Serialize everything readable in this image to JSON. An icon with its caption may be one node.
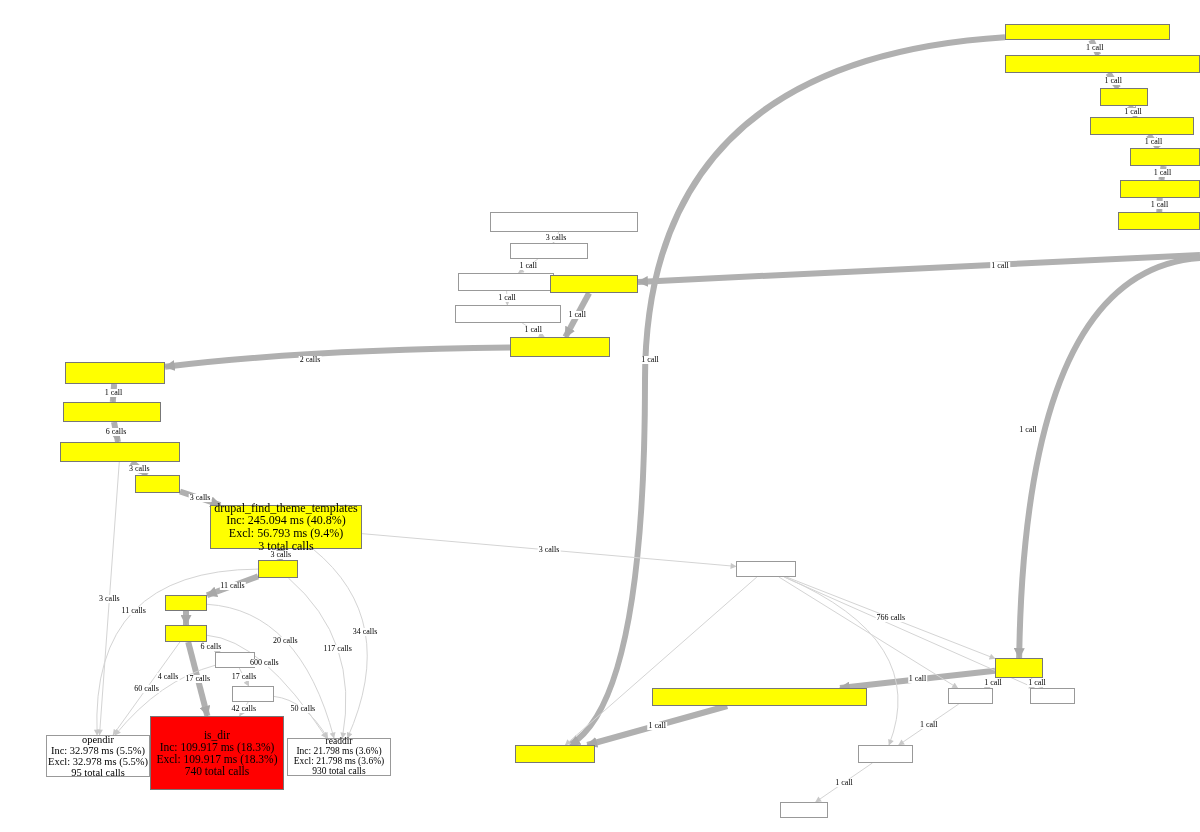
{
  "diagram": {
    "nodes": [
      {
        "text": [
          "drupal_find_theme_templates",
          "Inc: 245.094 ms (40.8%)",
          "Excl: 56.793 ms (9.4%)",
          "3 total calls"
        ]
      },
      {
        "text": [
          "is_dir",
          "Inc: 109.917 ms (18.3%)",
          "Excl: 109.917 ms (18.3%)",
          "740 total calls"
        ]
      },
      {
        "text": [
          "opendir",
          "Inc: 32.978 ms (5.5%)",
          "Excl: 32.978 ms (5.5%)",
          "95 total calls"
        ]
      },
      {
        "text": [
          "readdir",
          "Inc: 21.798 ms (3.6%)",
          "Excl: 21.798 ms (3.6%)",
          "930 total calls"
        ]
      },
      {
        "text": [],
        "shape": "box"
      },
      {
        "text": [],
        "shape": "box"
      },
      {
        "text": [],
        "shape": "box"
      },
      {
        "text": [],
        "shape": "box"
      },
      {
        "text": [],
        "shape": "box"
      },
      {
        "text": [],
        "shape": "box"
      },
      {
        "text": [],
        "shape": "box"
      },
      {
        "text": [],
        "shape": "box"
      },
      {
        "text": [],
        "shape": "box"
      },
      {
        "text": [],
        "shape": "box"
      },
      {
        "text": [],
        "shape": "box"
      },
      {
        "text": [],
        "shape": "box"
      },
      {
        "text": [],
        "shape": "box"
      },
      {
        "text": [],
        "shape": "box"
      },
      {
        "text": [],
        "shape": "box"
      },
      {
        "text": [],
        "shape": "box"
      },
      {
        "text": [],
        "shape": "box"
      },
      {
        "text": [],
        "shape": "box"
      },
      {
        "text": [],
        "shape": "box"
      },
      {
        "text": [],
        "shape": "box"
      },
      {
        "text": [],
        "shape": "box"
      },
      {
        "text": [],
        "shape": "box"
      },
      {
        "text": [],
        "shape": "box"
      },
      {
        "text": [],
        "shape": "box"
      },
      {
        "text": [],
        "shape": "box"
      },
      {
        "text": [],
        "shape": "box"
      },
      {
        "text": [],
        "shape": "box"
      },
      {
        "text": [],
        "shape": "box"
      },
      {
        "text": [],
        "shape": "box"
      },
      {
        "text": [],
        "shape": "box"
      }
    ],
    "edges": [
      {
        "from": 4,
        "to": 5,
        "arrow": "to",
        "style": "thick",
        "label": "1 call"
      },
      {
        "from": 5,
        "to": 6,
        "arrow": "to",
        "style": "thick",
        "label": "6 calls"
      },
      {
        "from": 6,
        "to": 7,
        "arrow": "to",
        "style": "thick",
        "label": "3 calls"
      },
      {
        "from": 7,
        "to": 0,
        "arrow": "to",
        "style": "thick",
        "label": "3 calls"
      },
      {
        "from": 0,
        "to": 8,
        "arrow": "to",
        "style": "thick",
        "label": "3 calls"
      },
      {
        "from": 8,
        "to": 9,
        "arrow": "to",
        "style": "thick",
        "label": "11 calls"
      },
      {
        "from": 9,
        "to": 10,
        "arrow": "to",
        "style": "thick"
      },
      {
        "from": 10,
        "to": 1,
        "arrow": "to",
        "style": "thick",
        "label": "17 calls"
      },
      {
        "from": 10,
        "to": 11,
        "arrow": "to",
        "label": "6 calls"
      },
      {
        "from": 11,
        "to": 12,
        "arrow": "to",
        "label": "17 calls"
      },
      {
        "from": 10,
        "to": 2,
        "arrow": "to",
        "label": "60 calls"
      },
      {
        "from": 10,
        "to": 3,
        "arrow": "to",
        "label": "600 calls"
      },
      {
        "from": 8,
        "to": 2,
        "arrow": "to",
        "label": "11 calls"
      },
      {
        "from": 8,
        "to": 3,
        "arrow": "to",
        "label": "117 calls"
      },
      {
        "from": 12,
        "to": 1,
        "arrow": "to",
        "label": "42 calls"
      },
      {
        "from": 12,
        "to": 3,
        "arrow": "to",
        "label": "50 calls"
      },
      {
        "from": 13,
        "to": 14,
        "arrow": "to",
        "label": "3 calls"
      },
      {
        "from": 14,
        "to": 15,
        "arrow": "to",
        "label": "1 call"
      },
      {
        "from": 15,
        "to": 16,
        "arrow": "to",
        "label": "1 call"
      },
      {
        "from": 16,
        "to": 18,
        "arrow": "to",
        "label": "1 call"
      },
      {
        "from": 17,
        "to": 18,
        "arrow": "to",
        "style": "thick",
        "label": "1 call"
      },
      {
        "from": 18,
        "to": 4,
        "arrow": "to",
        "style": "thick",
        "label": "2 calls"
      },
      {
        "from": null,
        "to": 17,
        "arrow": "to",
        "style": "thick",
        "label": "1 call"
      },
      {
        "from": 19,
        "to": 20,
        "arrow": "to",
        "style": "thick",
        "label": "1 call"
      },
      {
        "from": 20,
        "to": 21,
        "arrow": "to",
        "style": "thick",
        "label": "1 call"
      },
      {
        "from": 21,
        "to": 22,
        "arrow": "to",
        "style": "thick",
        "label": "1 call"
      },
      {
        "from": 22,
        "to": 23,
        "arrow": "to",
        "style": "thick",
        "label": "1 call"
      },
      {
        "from": 23,
        "to": 24,
        "arrow": "to",
        "style": "thick",
        "label": "1 call"
      },
      {
        "from": 24,
        "to": 25,
        "arrow": "to",
        "style": "thick",
        "label": "1 call"
      },
      {
        "from": 19,
        "to": 26,
        "arrow": "to",
        "style": "thick",
        "label": "1 call"
      },
      {
        "from": 27,
        "to": 26,
        "arrow": "to",
        "style": "thick",
        "label": "1 call"
      },
      {
        "from": null,
        "to": 29,
        "arrow": "to",
        "style": "thick",
        "label": "1 call"
      },
      {
        "from": 29,
        "to": 27,
        "arrow": "to",
        "style": "thick",
        "label": "1 call"
      },
      {
        "from": 0,
        "to": 28,
        "arrow": "to",
        "label": "3 calls"
      },
      {
        "from": 28,
        "to": 29,
        "arrow": "to",
        "label": "766 calls"
      },
      {
        "from": 29,
        "to": 30,
        "arrow": "to",
        "label": "1 call"
      },
      {
        "from": 29,
        "to": 31,
        "arrow": "to",
        "label": "1 call"
      },
      {
        "from": 30,
        "to": 32,
        "arrow": "to",
        "label": "1 call"
      },
      {
        "from": 32,
        "to": 33,
        "arrow": "to",
        "label": "1 call"
      },
      {
        "from": 9,
        "to": 3,
        "arrow": "to",
        "label": "20 calls"
      },
      {
        "from": 0,
        "to": 3,
        "arrow": "to",
        "label": "34 calls"
      },
      {
        "from": 11,
        "to": 2,
        "arrow": "to",
        "label": "4 calls"
      },
      {
        "from": 6,
        "to": 2,
        "arrow": "to",
        "label": "3 calls"
      },
      {
        "from": 28,
        "to": 26,
        "arrow": "to"
      },
      {
        "from": 28,
        "to": 30,
        "arrow": "to"
      },
      {
        "from": 28,
        "to": 31,
        "arrow": "to"
      },
      {
        "from": 28,
        "to": 32,
        "arrow": "to"
      }
    ]
  }
}
